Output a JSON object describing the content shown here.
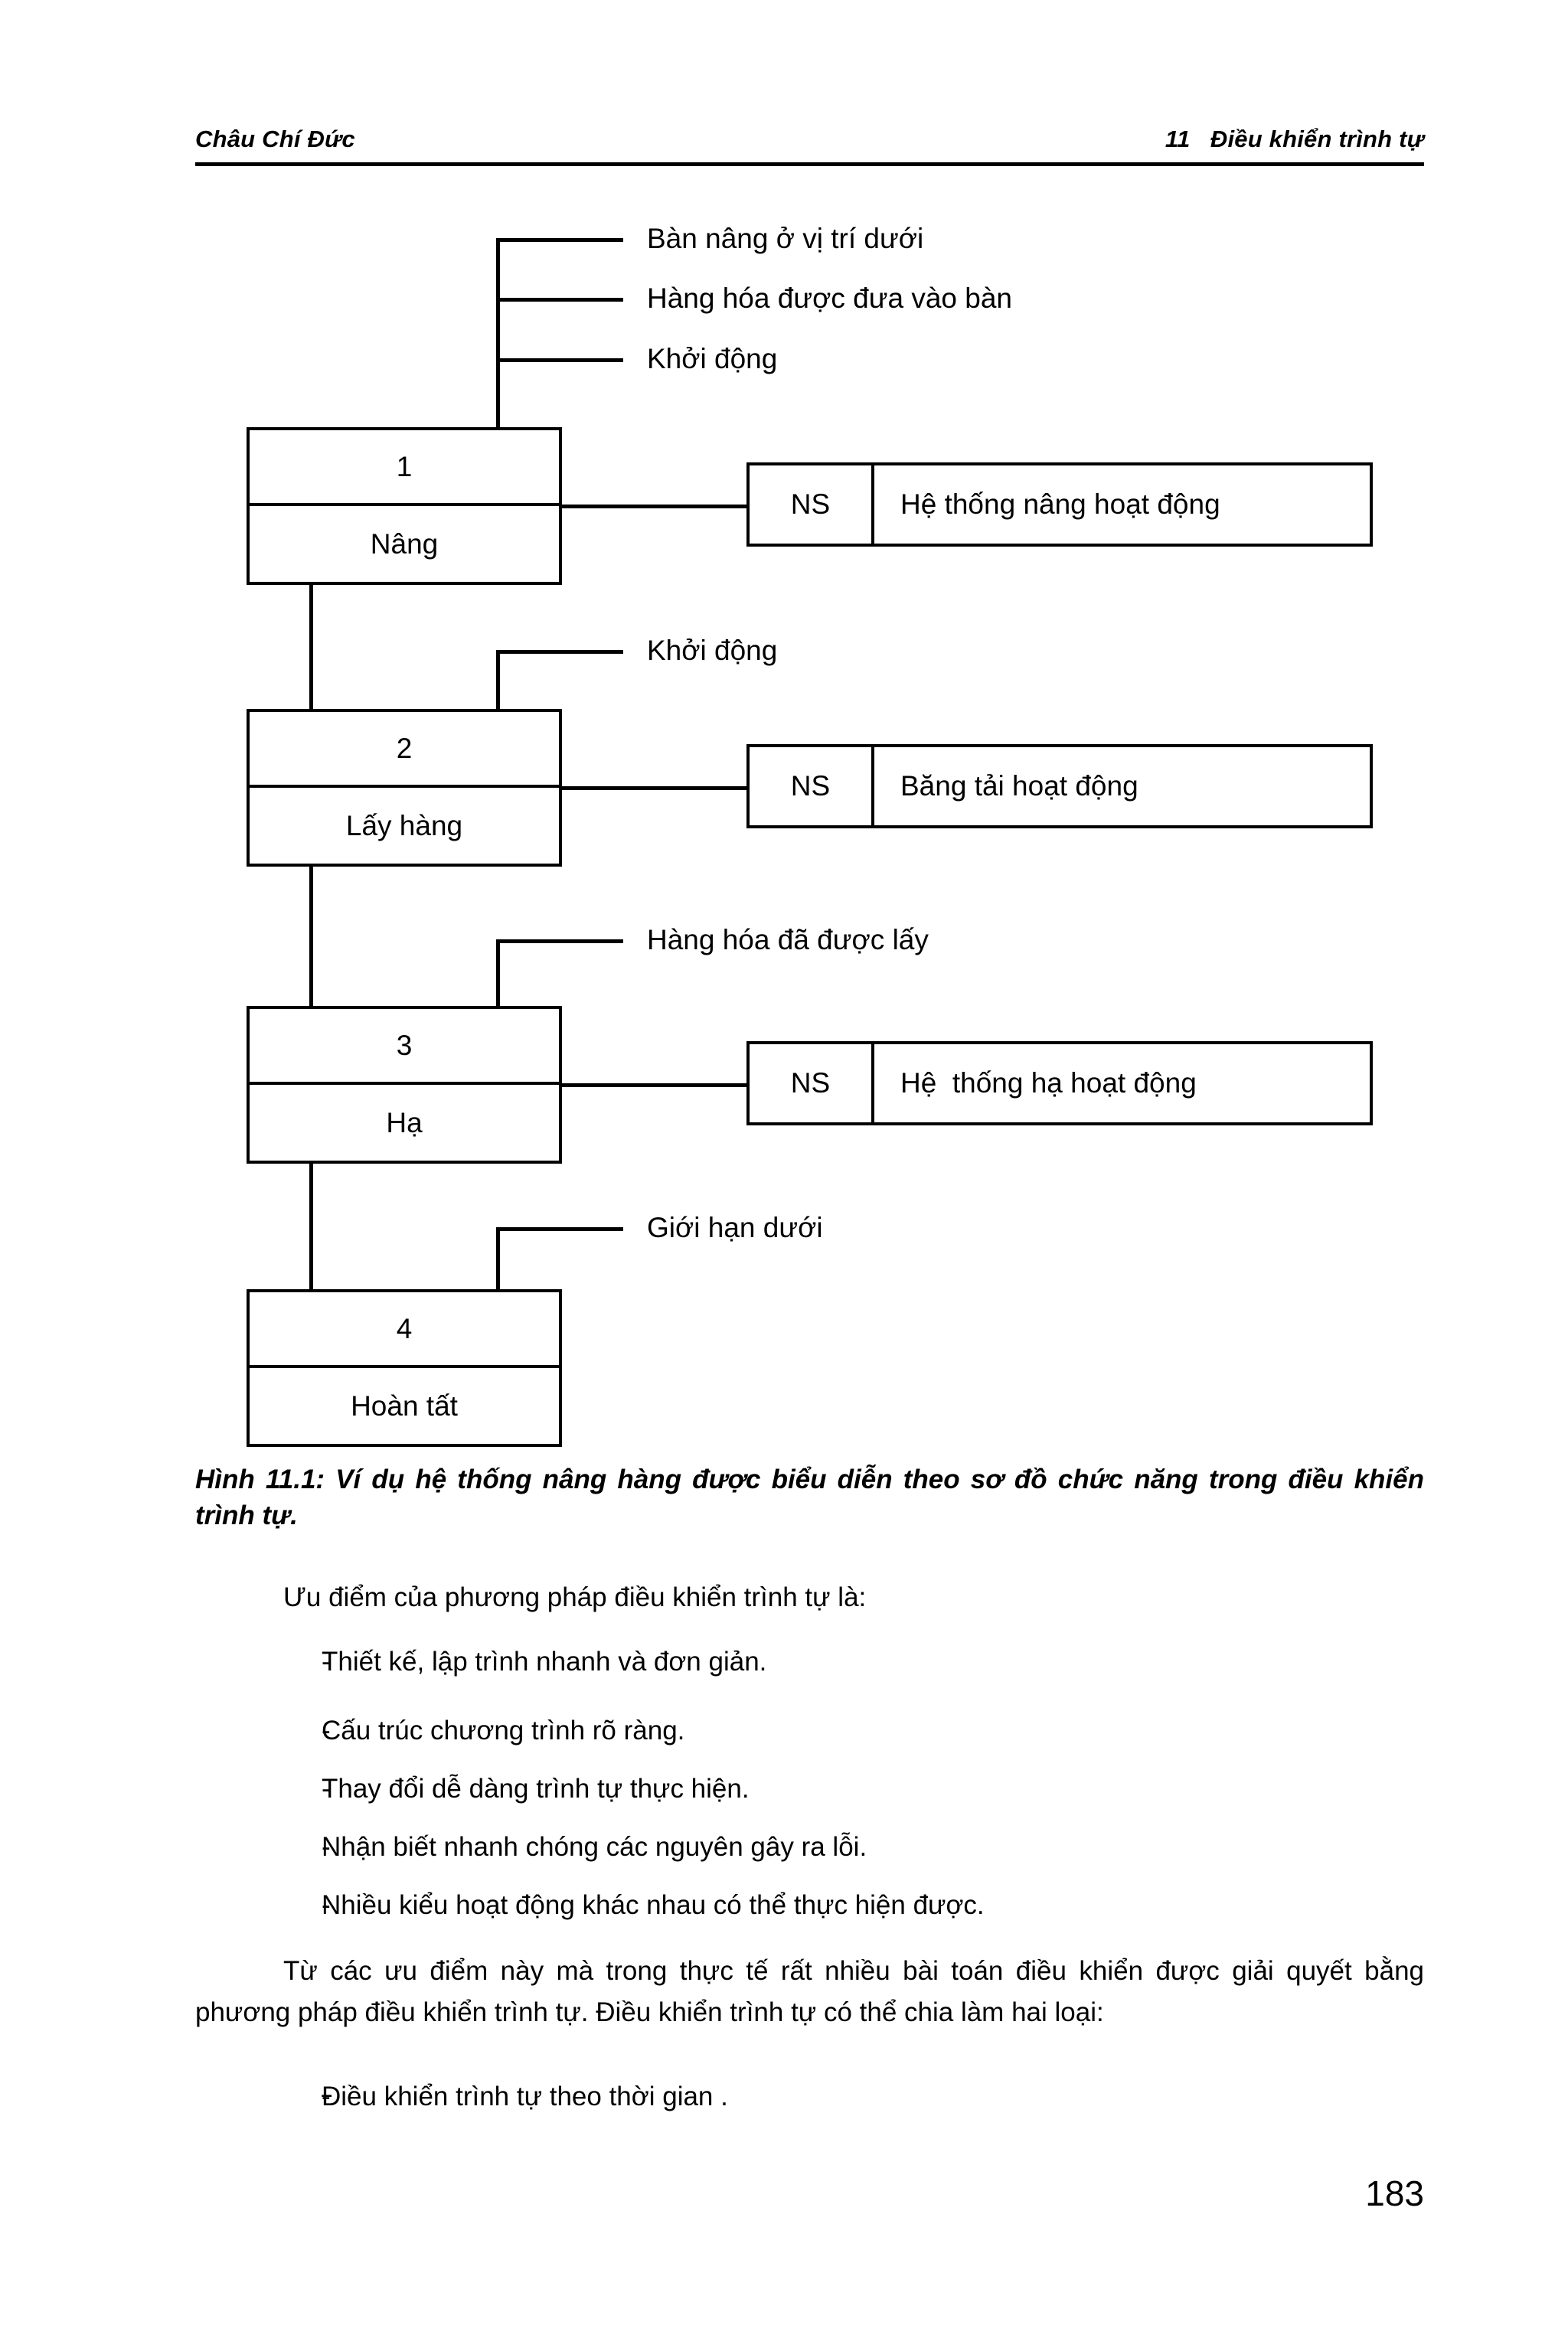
{
  "header": {
    "left": "Châu Chí Đức",
    "right": "11   Điều khiển trình tự"
  },
  "diagram": {
    "initial_conditions": [
      "Bàn nâng ở vị trí dưới",
      "Hàng hóa được đưa vào bàn",
      "Khởi động"
    ],
    "transitions": [
      "Khởi động",
      "Hàng hóa đã được lấy",
      "Giới hạn dưới"
    ],
    "steps": [
      {
        "number": "1",
        "name": "Nâng",
        "qualifier": "NS",
        "action": "Hệ thống nâng hoạt động"
      },
      {
        "number": "2",
        "name": "Lấy hàng",
        "qualifier": "NS",
        "action": "Băng tải hoạt động"
      },
      {
        "number": "3",
        "name": "Hạ",
        "qualifier": "NS",
        "action": "Hệ  thống hạ hoạt động"
      },
      {
        "number": "4",
        "name": "Hoàn tất",
        "qualifier": "",
        "action": ""
      }
    ]
  },
  "caption": "Hình 11.1: Ví dụ hệ thống nâng hàng được biểu diễn theo sơ đồ chức năng trong điều khiển trình tự.",
  "body": {
    "intro": "Ưu điểm của phương pháp điều khiển trình tự là:",
    "advantages": [
      "Thiết kế, lập trình nhanh và đơn giản.",
      "Cấu trúc chương trình rõ ràng.",
      "Thay đổi dễ dàng trình tự thực hiện.",
      "Nhận biết nhanh chóng các nguyên gây ra lỗi.",
      "Nhiều kiểu hoạt động khác nhau có thể thực hiện được."
    ],
    "paragraph": "Từ các ưu điểm này mà trong thực tế rất nhiều bài toán điều khiển được giải quyết bằng phương pháp điều khiển trình tự. Điều khiển trình tự có thể chia làm hai loại:",
    "types": [
      "Điều khiển trình tự theo thời gian ."
    ],
    "bullet_marker": "-"
  },
  "page_number": "183",
  "colors": {
    "ink": "#000000",
    "paper": "#ffffff"
  }
}
